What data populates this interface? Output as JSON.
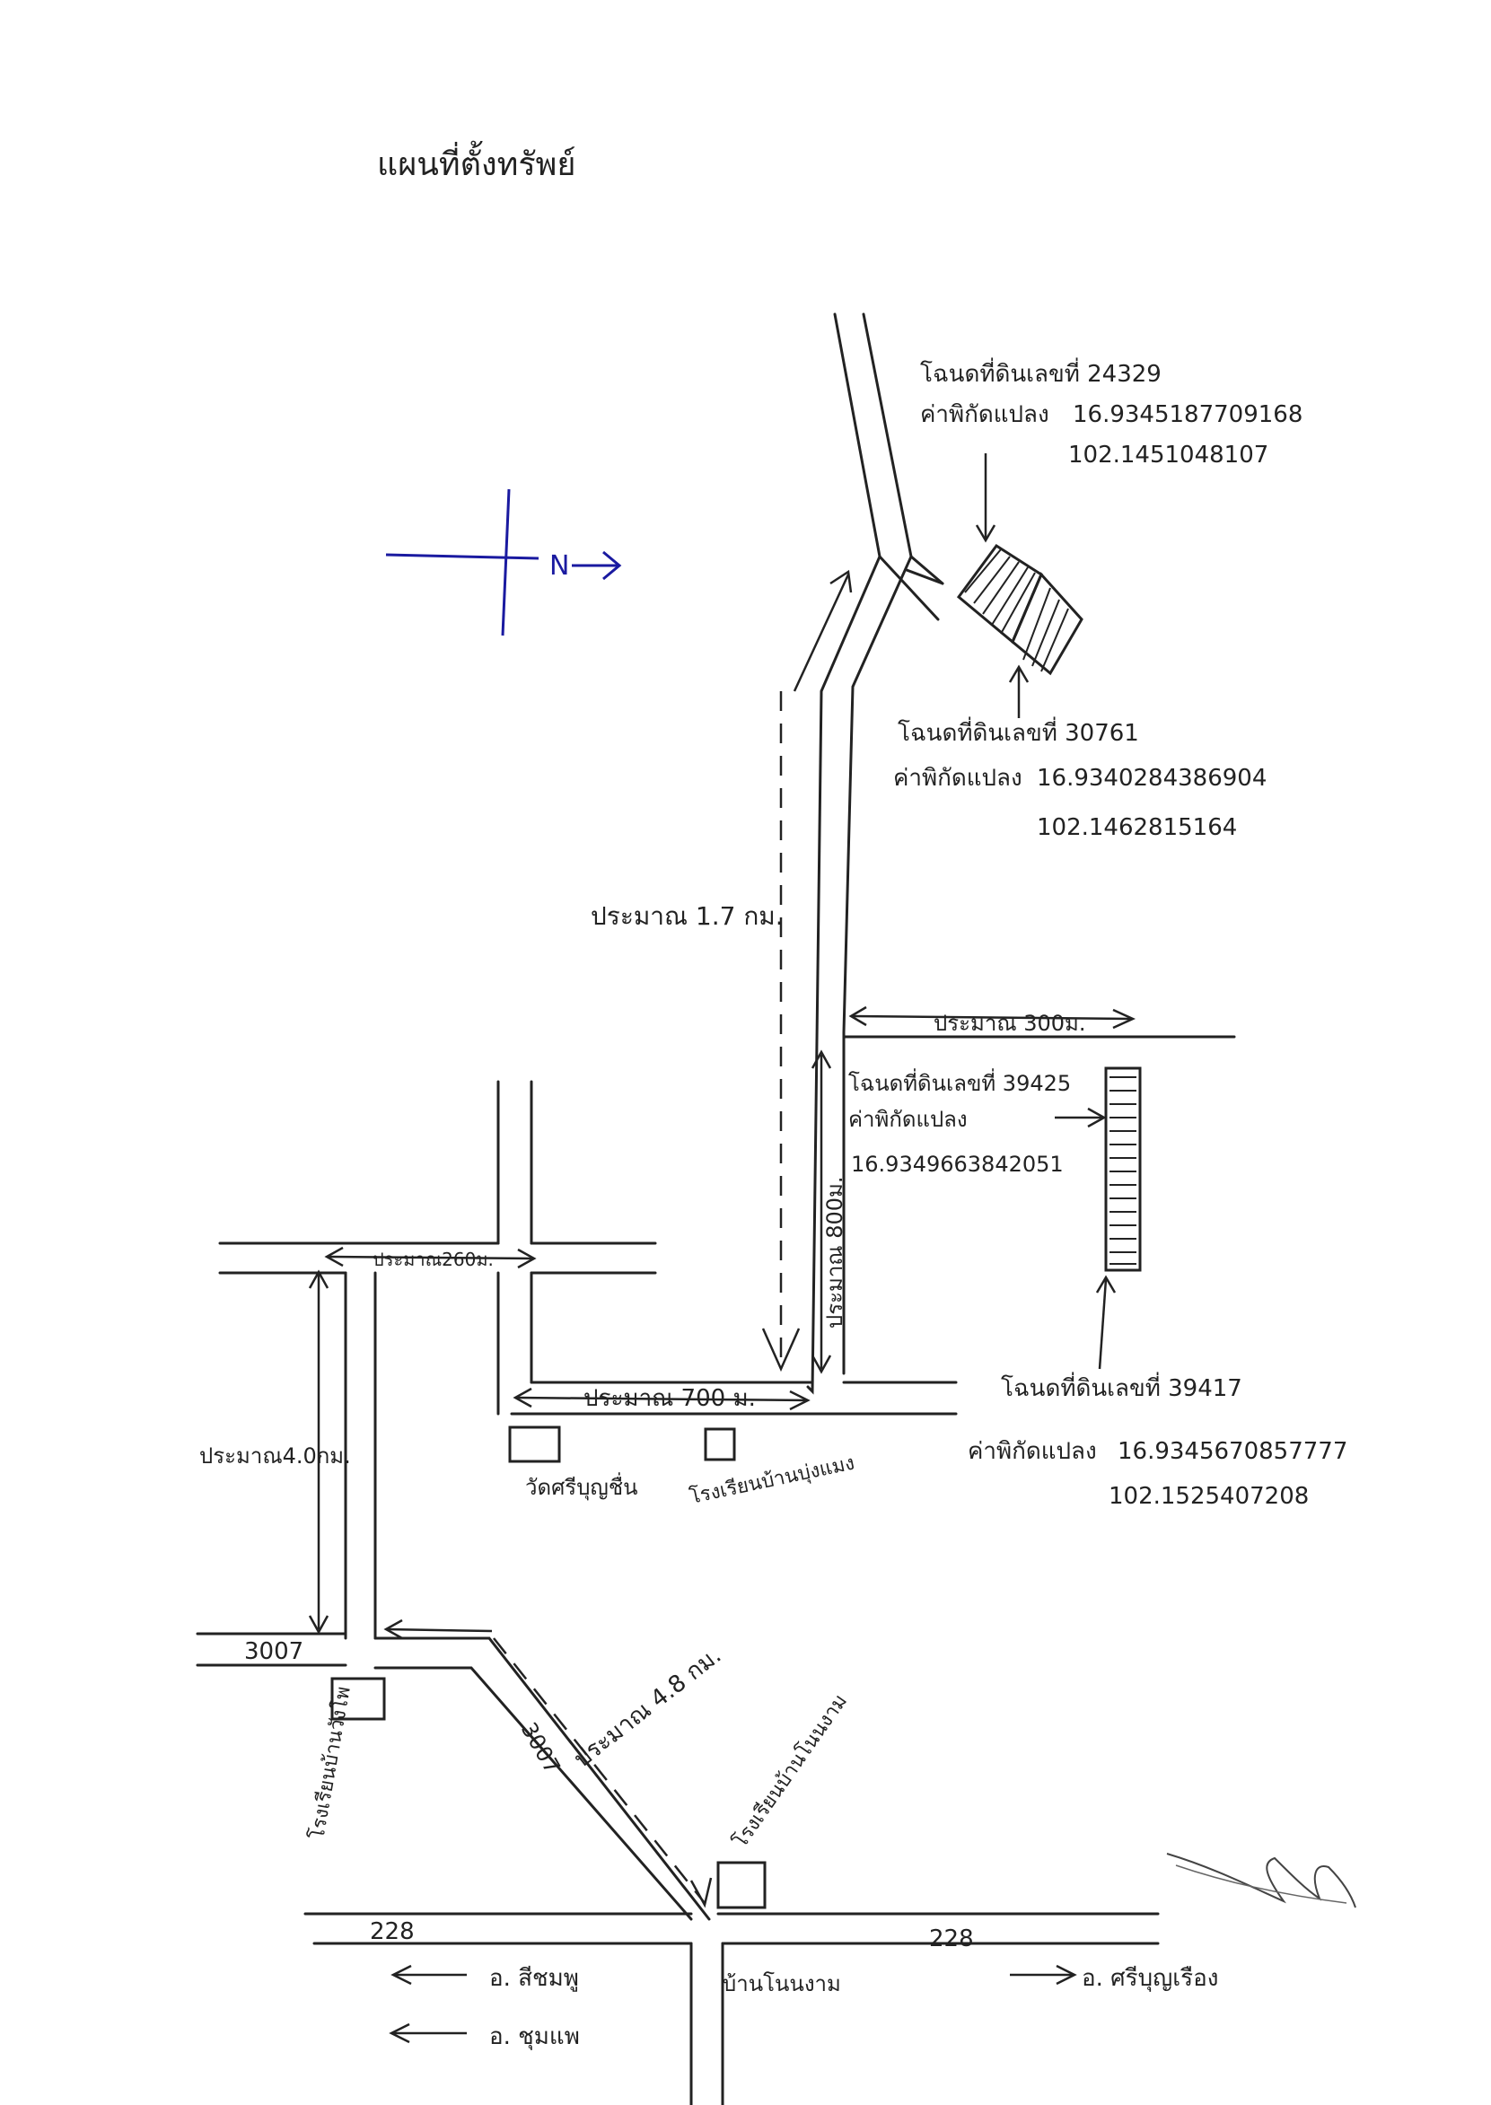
{
  "title": "แผนที่ตั้งทรัพย์",
  "compass": {
    "label": "N",
    "color": "#1a1aa0"
  },
  "plots": [
    {
      "label": "โฉนดที่ดินเลขที่ 24329",
      "coord_label": "ค่าพิกัดแปลง",
      "lat": "16.9345187709168",
      "lon": "102.1451048107"
    },
    {
      "label": "โฉนดที่ดินเลขที่ 30761",
      "coord_label": "ค่าพิกัดแปลง",
      "lat": "16.9340284386904",
      "lon": "102.1462815164"
    },
    {
      "label": "โฉนดที่ดินเลขที่ 39425",
      "coord_label": "ค่าพิกัดแปลง",
      "lat": "16.934966384205‌1"
    },
    {
      "label": "โฉนดที่ดินเลขที่ 39417",
      "coord_label": "ค่าพิกัดแปลง",
      "lat": "16.9345670857777",
      "lon": "102.1525407208"
    }
  ],
  "distances": {
    "d_1_7km": "ประมาณ 1.7 กม.",
    "d_300m": "ประมาณ 300ม.",
    "d_800m": "ประมาณ 800ม.",
    "d_260m": "ประมาณ260ม.",
    "d_700m": "ประมาณ 700 ม.",
    "d_4_0km": "ประมาณ4.0กม.",
    "d_4_8km": "ประมาณ 4.8 กม."
  },
  "landmarks": {
    "temple": "วัดศรีบุญชื่น",
    "school_1": "โรงเรียนบ้านบุ่งแมง",
    "school_2": "โรงเรียนบ้านวังโพ",
    "school_3": "โรงเรียนบ้านโนนงาม",
    "village": "บ้านโนนงาม"
  },
  "roads": {
    "r_3007": "3007",
    "r_228_left": "228",
    "r_228_right": "228"
  },
  "destinations": {
    "left_1": "อ. สีชมพู",
    "left_2": "อ. ชุมแพ",
    "right_1": "อ. ศรีบุญเรือง"
  }
}
